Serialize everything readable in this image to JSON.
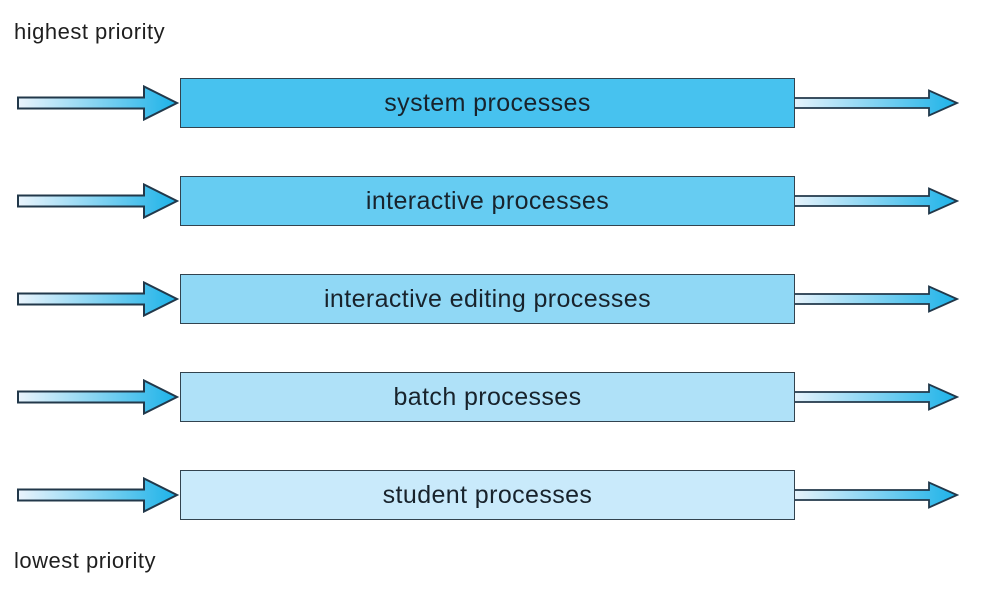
{
  "labels": {
    "top": "highest priority",
    "bottom": "lowest priority"
  },
  "queues": [
    {
      "label": "system processes",
      "fill": "#47c2ef"
    },
    {
      "label": "interactive processes",
      "fill": "#66ccf2"
    },
    {
      "label": "interactive editing processes",
      "fill": "#90d8f5"
    },
    {
      "label": "batch processes",
      "fill": "#afe1f8"
    },
    {
      "label": "student processes",
      "fill": "#c9eafb"
    }
  ],
  "colors": {
    "arrow_gradient_start": "#eaf4fc",
    "arrow_gradient_end": "#1cb2e8",
    "outline": "#22384a",
    "label_text": "#1f1f1f"
  }
}
